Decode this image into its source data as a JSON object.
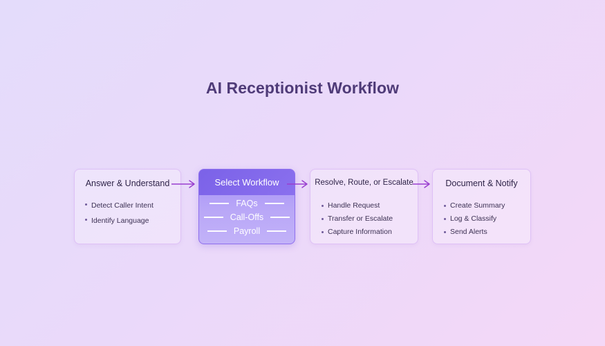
{
  "title": "AI Receptionist Workflow",
  "colors": {
    "title": "#4f3b78",
    "accent": "#7b62e8",
    "arrow": "#9a3fcf"
  },
  "steps": [
    {
      "title": "Answer & Understand",
      "items": [
        "Detect Caller Intent",
        "Identify Language"
      ]
    },
    {
      "title": "Select Workflow",
      "options": [
        "FAQs",
        "Call-Offs",
        "Payroll"
      ]
    },
    {
      "title": "Resolve, Route, or Escalate",
      "items": [
        "Handle Request",
        "Transfer or Escalate",
        "Capture Information"
      ]
    },
    {
      "title": "Document & Notify",
      "items": [
        "Create Summary",
        "Log & Classify",
        "Send Alerts"
      ]
    }
  ]
}
